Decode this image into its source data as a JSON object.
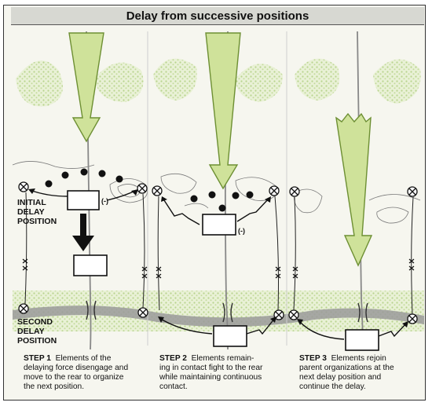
{
  "title": "Delay from successive positions",
  "labels": {
    "initial": [
      "INITIAL",
      "DELAY",
      "POSITION"
    ],
    "second": [
      "SECOND",
      "DELAY",
      "POSITION"
    ],
    "minus": "(-)"
  },
  "steps": [
    {
      "label": "STEP 1",
      "lines": [
        "Elements of the",
        "delaying force disengage and",
        "move to the rear to organize",
        "the next position."
      ]
    },
    {
      "label": "STEP 2",
      "lines": [
        "Elements remain-",
        "ing in contact fight to the rear",
        "while maintaining continuous",
        "contact."
      ]
    },
    {
      "label": "STEP 3",
      "lines": [
        "Elements rejoin",
        "parent organizations at the",
        "next delay position and",
        "continue the delay."
      ]
    }
  ],
  "colors": {
    "arrow_fill": "#cfe29a",
    "arrow_stroke": "#6d8f33",
    "vegetation": "#c6dca0",
    "river": "#9a9a9a",
    "title_bg": "#d7d8d2"
  }
}
